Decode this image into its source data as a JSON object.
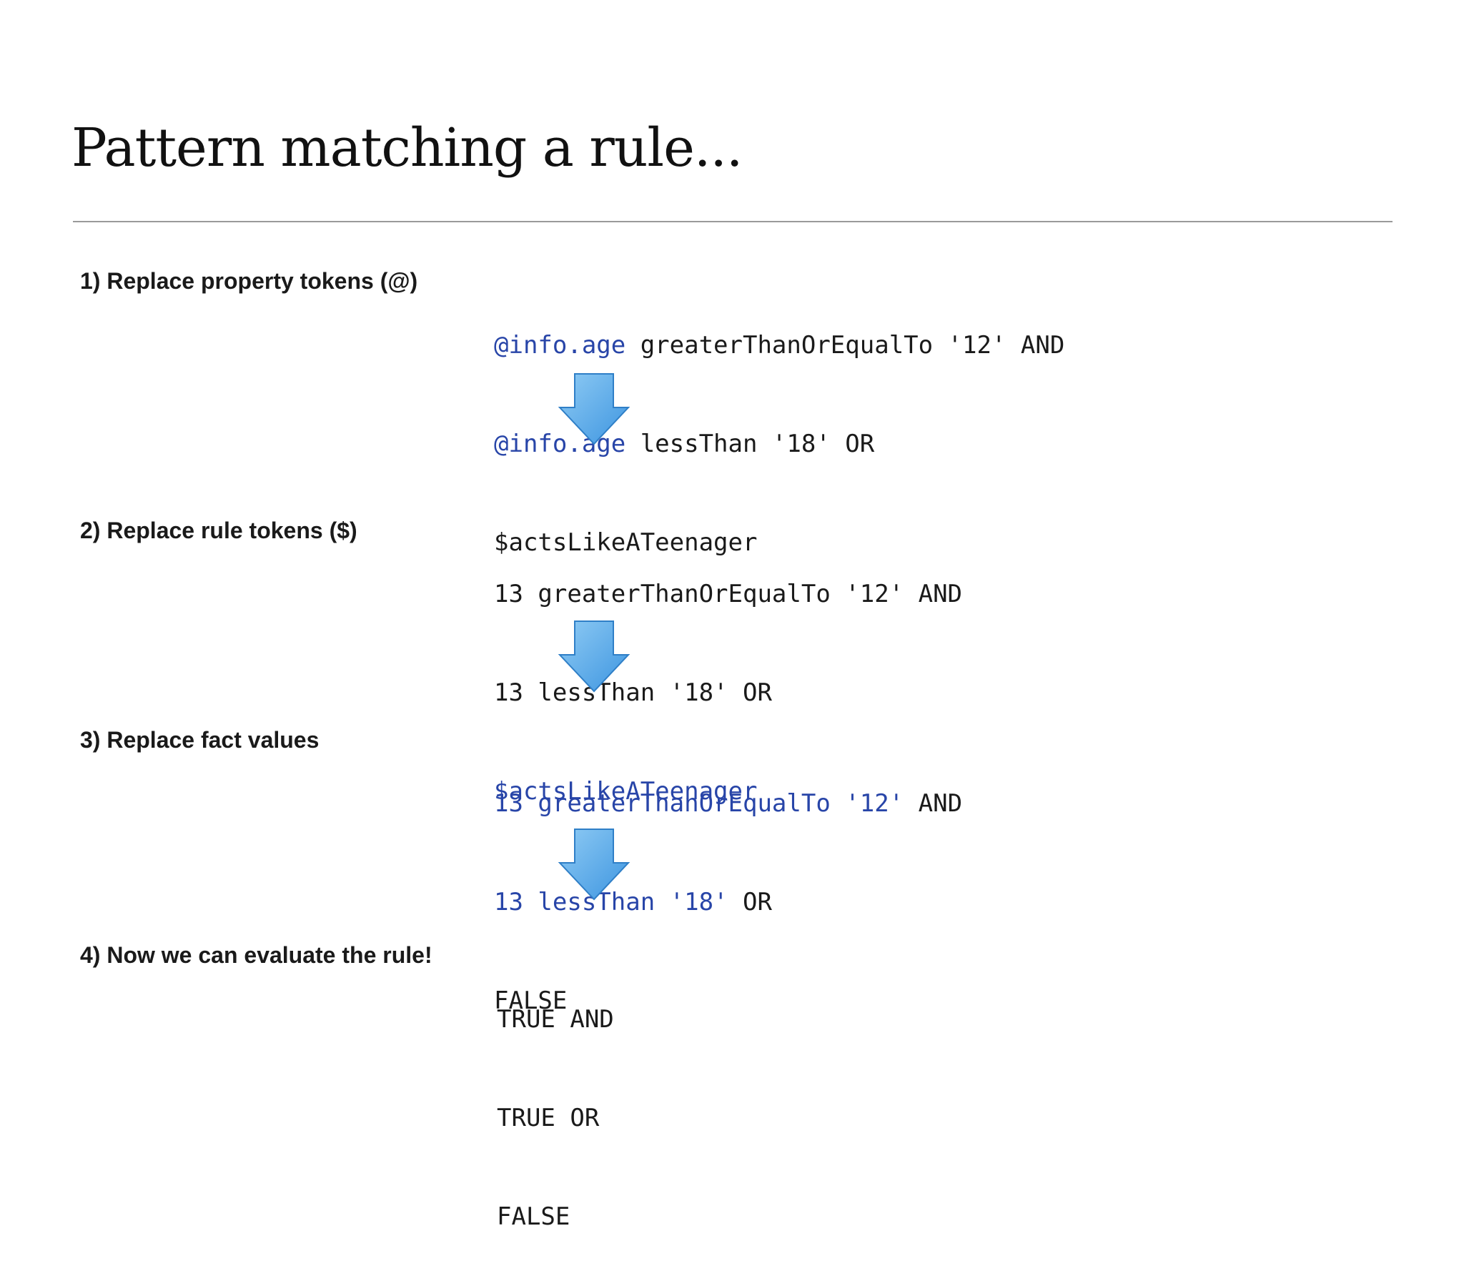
{
  "slide": {
    "title": "Pattern matching a rule..."
  },
  "steps": [
    {
      "label": "1) Replace property tokens (@)",
      "lines": [
        {
          "highlight": "@info.age",
          "text": " greaterThanOrEqualTo '12' AND"
        },
        {
          "highlight": "@info.age",
          "text": " lessThan '18' OR"
        },
        {
          "highlight": "",
          "text": "$actsLikeATeenager"
        }
      ]
    },
    {
      "label": "2) Replace rule tokens ($)",
      "lines": [
        {
          "highlight": "",
          "text": "13 greaterThanOrEqualTo '12' AND"
        },
        {
          "highlight": "",
          "text": "13 lessThan '18' OR"
        },
        {
          "highlight": "$actsLikeATeenager",
          "text": ""
        }
      ]
    },
    {
      "label": "3) Replace fact values",
      "lines": [
        {
          "highlight": "13 greaterThanOrEqualTo '12'",
          "text": " AND"
        },
        {
          "highlight": "13 lessThan '18'",
          "text": " OR"
        },
        {
          "highlight": "",
          "text": "FALSE"
        }
      ]
    },
    {
      "label": "4) Now we can evaluate the rule!",
      "lines": [
        {
          "highlight": "",
          "text": "TRUE AND"
        },
        {
          "highlight": "",
          "text": "TRUE OR"
        },
        {
          "highlight": "",
          "text": "FALSE"
        }
      ]
    }
  ],
  "colors": {
    "highlight_text": "#2845a8",
    "arrow_fill_light": "#8fcbf4",
    "arrow_fill_dark": "#3d95e0",
    "arrow_stroke": "#2f7fc7"
  },
  "icons": {
    "arrow": "arrow-down-icon"
  }
}
